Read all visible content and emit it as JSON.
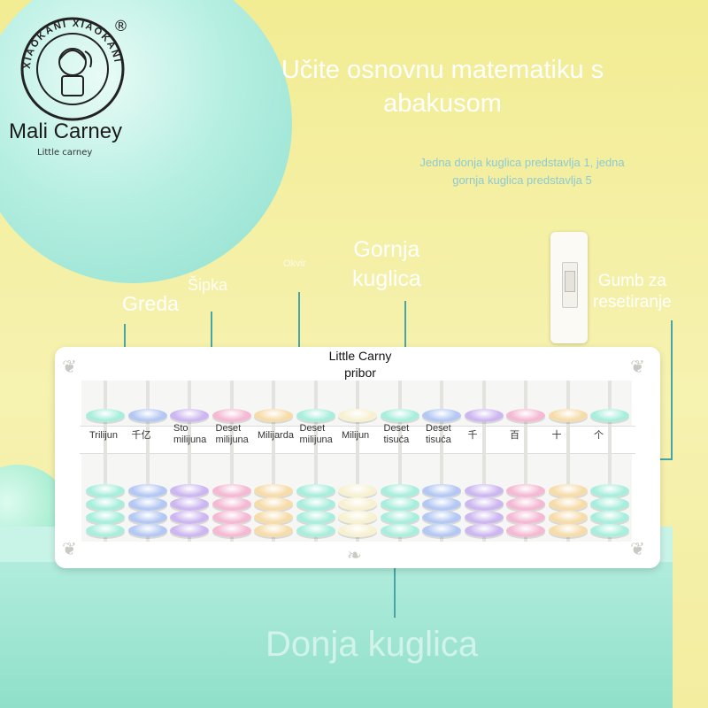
{
  "brand": {
    "name": "Mali Carney",
    "sub": "Little carney",
    "ring_text": "XIAOKANI XIAOKANI",
    "registered": "®"
  },
  "title": {
    "line1": "Učite osnovnu matematiku s",
    "line2": "abakusom"
  },
  "subtitle": {
    "line1": "Jedna donja kuglica predstavlja 1, jedna",
    "line2": "gornja kuglica predstavlja 5"
  },
  "labels": {
    "gornja_line1": "Gornja",
    "gornja_line2": "kuglica",
    "greda": "Greda",
    "sipka": "Šipka",
    "okvir": "Okvir",
    "gumb_line1": "Gumb za",
    "gumb_line2": "resetiranje",
    "donja": "Donja kuglica",
    "pribor_line1": "Little Carny",
    "pribor_line2": "pribor"
  },
  "place_values": [
    {
      "text": "Trilijun"
    },
    {
      "text": "千亿"
    },
    {
      "text": "Sto\nmilijuna"
    },
    {
      "text": "Deset\nmilijuna"
    },
    {
      "text": "Milijarda"
    },
    {
      "text": "Deset\nmilijuna"
    },
    {
      "text": "Milijun"
    },
    {
      "text": "Deset\ntisuća"
    },
    {
      "text": "Deset\ntisuća"
    },
    {
      "text": "千"
    },
    {
      "text": "百"
    },
    {
      "text": "十"
    },
    {
      "text": "个"
    }
  ],
  "bead_colors": [
    "#a9eedc",
    "#b4c8f3",
    "#cdb7f0",
    "#f4b9d3",
    "#f6dcaa",
    "#a9eedc",
    "#f7f1d2",
    "#a9eedc",
    "#b4c8f3",
    "#cdb7f0",
    "#f4b9d3",
    "#f6dcaa",
    "#a9eedc"
  ],
  "colors": {
    "accent_line": "#48a5a6",
    "callout_text": "#ffffff",
    "subtitle": "#8ec9d3"
  }
}
